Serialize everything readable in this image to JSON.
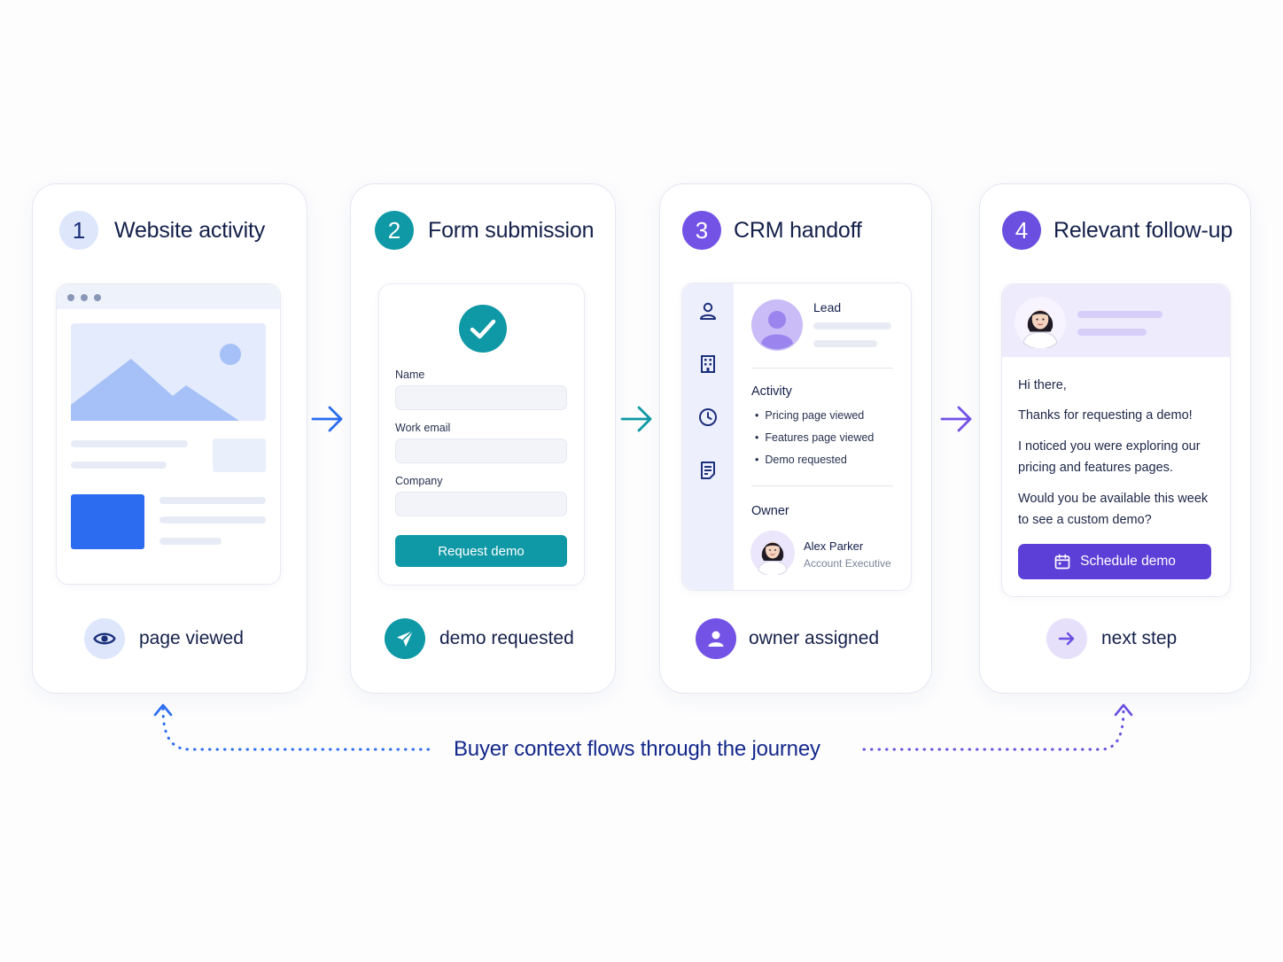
{
  "colors": {
    "blue": "#2b6cf0",
    "teal": "#0f98a5",
    "purple_crm": "#7352e6",
    "purple_followup": "#6a4fe0",
    "navy_text": "#13288a"
  },
  "steps": [
    {
      "number": "1",
      "title": "Website activity",
      "footer_icon": "eye-icon",
      "footer_label": "page viewed"
    },
    {
      "number": "2",
      "title": "Form submission",
      "footer_icon": "paper-plane-icon",
      "footer_label": "demo requested",
      "form": {
        "fields": [
          {
            "label": "Name",
            "value": ""
          },
          {
            "label": "Work email",
            "value": ""
          },
          {
            "label": "Company",
            "value": ""
          }
        ],
        "submit_label": "Request demo"
      }
    },
    {
      "number": "3",
      "title": "CRM handoff",
      "footer_icon": "user-icon",
      "footer_label": "owner assigned",
      "crm": {
        "sidebar_icons": [
          "person-icon",
          "building-icon",
          "clock-icon",
          "notes-icon"
        ],
        "lead_label": "Lead",
        "activity_label": "Activity",
        "activity_items": [
          "Pricing page viewed",
          "Features page viewed",
          "Demo requested"
        ],
        "owner_label": "Owner",
        "owner_name": "Alex Parker",
        "owner_role": "Account Executive"
      }
    },
    {
      "number": "4",
      "title": "Relevant follow-up",
      "footer_icon": "arrow-right-icon",
      "footer_label": "next step",
      "email": {
        "greeting": "Hi there,",
        "line1": "Thanks for requesting a demo!",
        "line2": "I noticed you were exploring our pricing and features pages.",
        "line3": "Would you be available this week to see a custom demo?",
        "button_label": "Schedule demo"
      }
    }
  ],
  "bottom_caption": "Buyer context flows through the journey"
}
